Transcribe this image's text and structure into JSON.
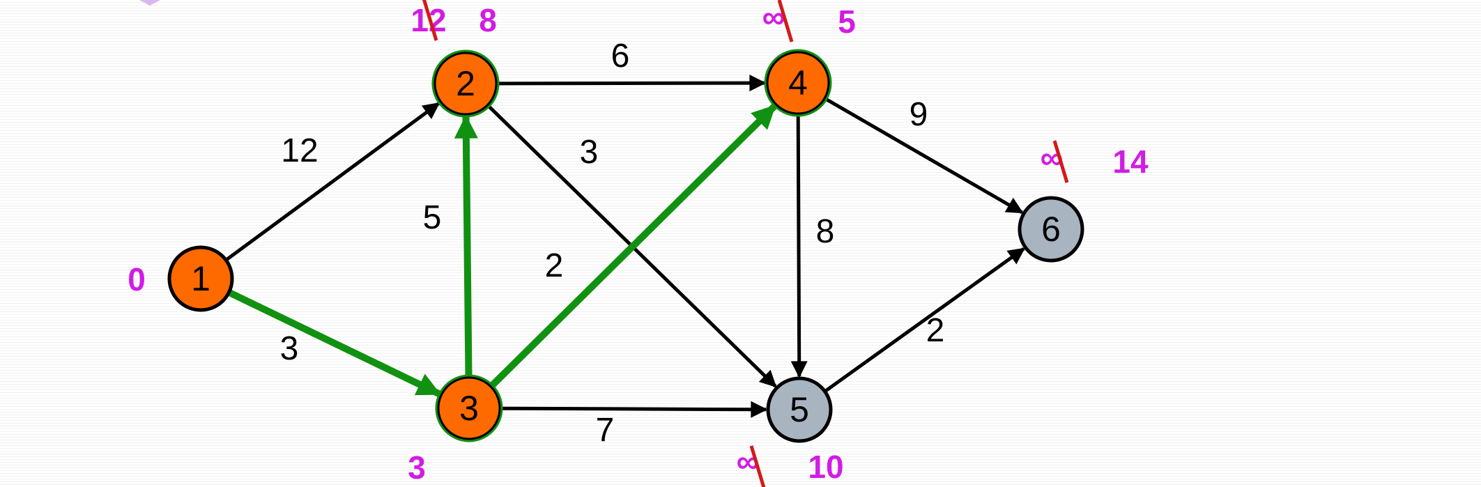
{
  "colors": {
    "visited_node": "#ff6a00",
    "unvisited_node": "#a8b4c0",
    "relaxed_edge": "#119111",
    "edge": "#000000",
    "distance_label": "#d21ce4",
    "strike": "#d21a1a"
  },
  "nodes": [
    {
      "id": "1",
      "label": "1",
      "state": "visited",
      "ring": false
    },
    {
      "id": "2",
      "label": "2",
      "state": "visited",
      "ring": true
    },
    {
      "id": "3",
      "label": "3",
      "state": "visited",
      "ring": true
    },
    {
      "id": "4",
      "label": "4",
      "state": "visited",
      "ring": true
    },
    {
      "id": "5",
      "label": "5",
      "state": "unvisited",
      "ring": false
    },
    {
      "id": "6",
      "label": "6",
      "state": "unvisited",
      "ring": false
    }
  ],
  "edges": [
    {
      "from": "1",
      "to": "2",
      "weight": "12",
      "relaxed": false
    },
    {
      "from": "1",
      "to": "3",
      "weight": "3",
      "relaxed": true
    },
    {
      "from": "2",
      "to": "4",
      "weight": "6",
      "relaxed": false
    },
    {
      "from": "2",
      "to": "5",
      "weight": "3",
      "relaxed": false
    },
    {
      "from": "3",
      "to": "2",
      "weight": "5",
      "relaxed": true
    },
    {
      "from": "3",
      "to": "4",
      "weight": "2",
      "relaxed": true
    },
    {
      "from": "3",
      "to": "5",
      "weight": "7",
      "relaxed": false
    },
    {
      "from": "4",
      "to": "6",
      "weight": "9",
      "relaxed": false
    },
    {
      "from": "4",
      "to": "5",
      "weight": "8",
      "relaxed": false
    },
    {
      "from": "5",
      "to": "6",
      "weight": "2",
      "relaxed": false
    }
  ],
  "distances": [
    {
      "node": "1",
      "current": "0",
      "previous": ""
    },
    {
      "node": "2",
      "current": "8",
      "previous": "12"
    },
    {
      "node": "3",
      "current": "3",
      "previous": ""
    },
    {
      "node": "4",
      "current": "5",
      "previous": "∞"
    },
    {
      "node": "5",
      "current": "10",
      "previous": "∞"
    },
    {
      "node": "6",
      "current": "14",
      "previous": "∞"
    }
  ]
}
